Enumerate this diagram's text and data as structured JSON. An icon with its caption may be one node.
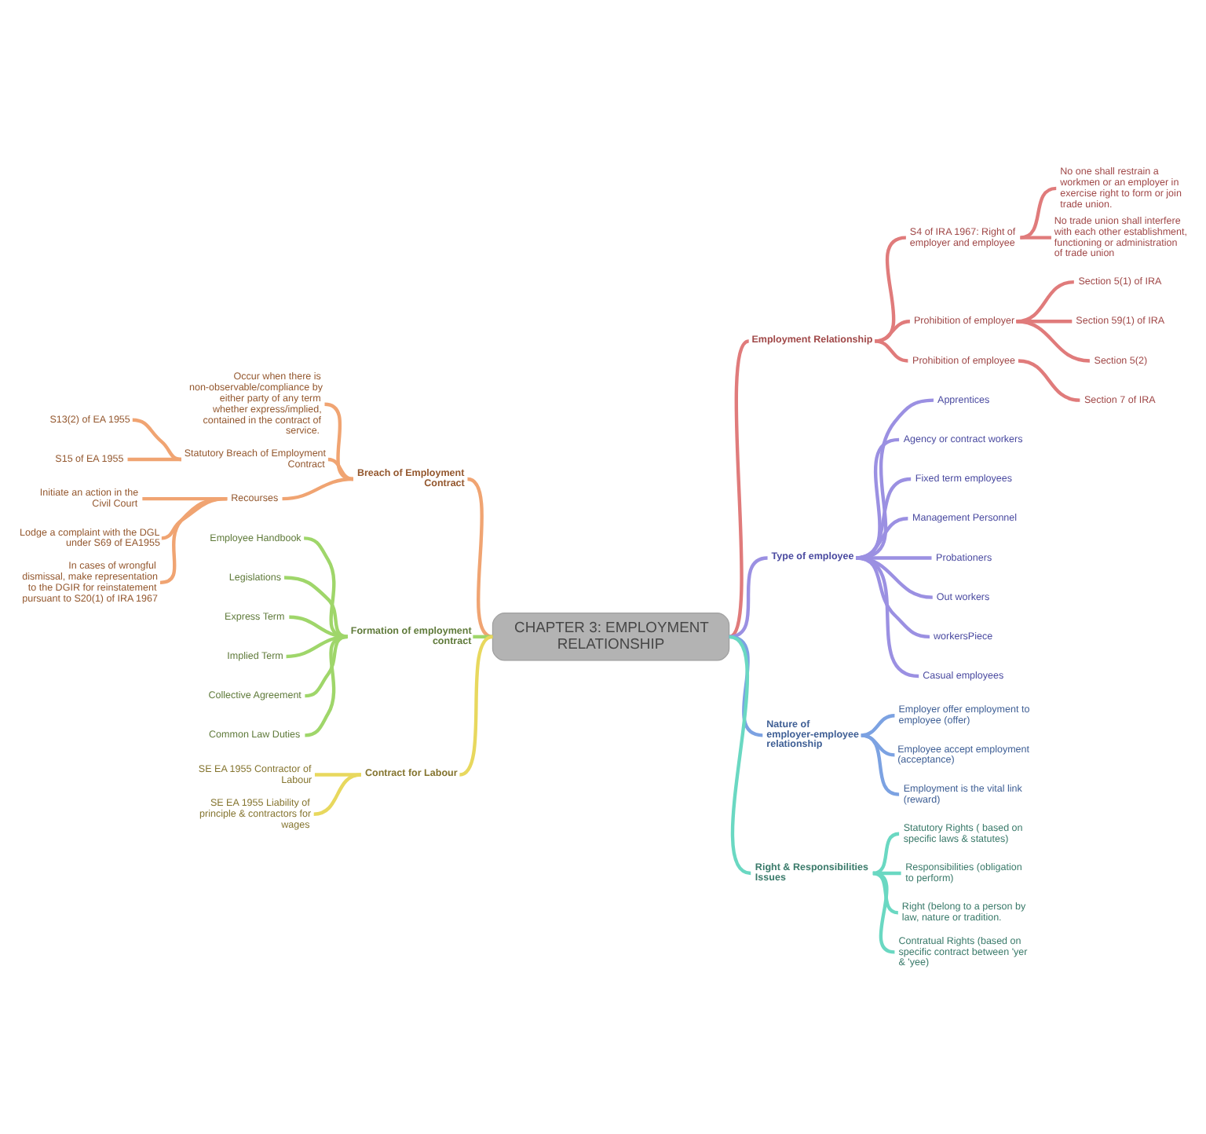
{
  "diagram": {
    "nodes": [
      {
        "text": [
          "CHAPTER 3: EMPLOYMENT RELATIONSHIP"
        ]
      },
      {
        "text": [
          "Employment Relationship"
        ]
      },
      {
        "text": [
          "S4 of IRA 1967: Right of employer and employee"
        ]
      },
      {
        "text": [
          "No one shall restrain a workmen or an employer in exercise right to form or join trade union."
        ]
      },
      {
        "text": [
          "No trade union shall interfere with each other establishment, functioning or administration of trade union"
        ]
      },
      {
        "text": [
          "Prohibition of employer"
        ]
      },
      {
        "text": [
          "Section 5(1) of IRA"
        ]
      },
      {
        "text": [
          "Section 59(1) of IRA"
        ]
      },
      {
        "text": [
          "Section 5(2)"
        ]
      },
      {
        "text": [
          "Prohibition of employee"
        ]
      },
      {
        "text": [
          "Section 7 of IRA"
        ]
      },
      {
        "text": [
          "Breach of Employment Contract"
        ]
      },
      {
        "text": [
          "Occur when there is non-observable/compliance by either party of any term whether express/implied, contained in the contract of service."
        ]
      },
      {
        "text": [
          "Statutory Breach of Employment Contract"
        ]
      },
      {
        "text": [
          "S13(2) of EA 1955"
        ]
      },
      {
        "text": [
          "S15 of EA 1955"
        ]
      },
      {
        "text": [
          "Recourses"
        ]
      },
      {
        "text": [
          "Initiate an action in the Civil Court"
        ]
      },
      {
        "text": [
          "Lodge a complaint with the DGL under S69 of EA1955"
        ]
      },
      {
        "text": [
          "In cases of wrongful dismissal, make representation to the DGIR for reinstatement pursuant to S20(1) of IRA 1967"
        ]
      },
      {
        "text": [
          "Formation of employment contract"
        ]
      },
      {
        "text": [
          "Employee Handbook"
        ]
      },
      {
        "text": [
          "Legislations"
        ]
      },
      {
        "text": [
          "Express Term"
        ]
      },
      {
        "text": [
          "Implied Term"
        ]
      },
      {
        "text": [
          "Collective Agreement"
        ]
      },
      {
        "text": [
          "Common Law Duties"
        ]
      },
      {
        "text": [
          "Contract for Labour"
        ]
      },
      {
        "text": [
          "SE EA 1955 Contractor of Labour"
        ]
      },
      {
        "text": [
          "SE EA 1955 Liability of principle & contractors for wages"
        ]
      },
      {
        "text": [
          "Type of employee"
        ]
      },
      {
        "text": [
          "Apprentices"
        ]
      },
      {
        "text": [
          "Agency or contract workers"
        ]
      },
      {
        "text": [
          "Fixed term employees"
        ]
      },
      {
        "text": [
          "Management Personnel"
        ]
      },
      {
        "text": [
          "Probationers"
        ]
      },
      {
        "text": [
          "Out workers"
        ]
      },
      {
        "text": [
          "workersPiece"
        ]
      },
      {
        "text": [
          "Casual employees"
        ]
      },
      {
        "text": [
          "Nature of employer-employee relationship"
        ]
      },
      {
        "text": [
          "Employer offer employment to employee (offer)"
        ]
      },
      {
        "text": [
          "Employee accept employment (acceptance)"
        ]
      },
      {
        "text": [
          "Employment is the vital link (reward)"
        ]
      },
      {
        "text": [
          "Right & Responsibilities Issues"
        ]
      },
      {
        "text": [
          "Statutory Rights ( based on specific laws & statutes)"
        ]
      },
      {
        "text": [
          "Responsibilities (obligation to perform)"
        ]
      },
      {
        "text": [
          "Right (belong to a person by law, nature or tradition."
        ]
      },
      {
        "text": [
          "Contratual Rights (based on specific contract between 'yer & 'yee)"
        ]
      }
    ],
    "edges": [
      {
        "from": 0,
        "to": 1,
        "arrow": "none",
        "color": "#e07b7b"
      },
      {
        "from": 1,
        "to": 2,
        "arrow": "none",
        "color": "#e07b7b"
      },
      {
        "from": 2,
        "to": 3,
        "arrow": "none",
        "color": "#e07b7b"
      },
      {
        "from": 2,
        "to": 4,
        "arrow": "none",
        "color": "#e07b7b"
      },
      {
        "from": 1,
        "to": 5,
        "arrow": "none",
        "color": "#e07b7b"
      },
      {
        "from": 5,
        "to": 6,
        "arrow": "none",
        "color": "#e07b7b"
      },
      {
        "from": 5,
        "to": 7,
        "arrow": "none",
        "color": "#e07b7b"
      },
      {
        "from": 5,
        "to": 8,
        "arrow": "none",
        "color": "#e07b7b"
      },
      {
        "from": 1,
        "to": 9,
        "arrow": "none",
        "color": "#e07b7b"
      },
      {
        "from": 9,
        "to": 10,
        "arrow": "none",
        "color": "#e07b7b"
      },
      {
        "from": 11,
        "to": 0,
        "arrow": "none",
        "color": "#f0a472"
      },
      {
        "from": 12,
        "to": 11,
        "arrow": "none",
        "color": "#f0a472"
      },
      {
        "from": 13,
        "to": 11,
        "arrow": "none",
        "color": "#f0a472"
      },
      {
        "from": 14,
        "to": 13,
        "arrow": "none",
        "color": "#f0a472"
      },
      {
        "from": 15,
        "to": 13,
        "arrow": "none",
        "color": "#f0a472"
      },
      {
        "from": 16,
        "to": 11,
        "arrow": "none",
        "color": "#f0a472"
      },
      {
        "from": 17,
        "to": 16,
        "arrow": "none",
        "color": "#f0a472"
      },
      {
        "from": 18,
        "to": 16,
        "arrow": "none",
        "color": "#f0a472"
      },
      {
        "from": 19,
        "to": 16,
        "arrow": "none",
        "color": "#f0a472"
      },
      {
        "from": 20,
        "to": 0,
        "arrow": "none",
        "color": "#9fd66a"
      },
      {
        "from": 21,
        "to": 20,
        "arrow": "none",
        "color": "#9fd66a"
      },
      {
        "from": 22,
        "to": 20,
        "arrow": "none",
        "color": "#9fd66a"
      },
      {
        "from": 23,
        "to": 20,
        "arrow": "none",
        "color": "#9fd66a"
      },
      {
        "from": 24,
        "to": 20,
        "arrow": "none",
        "color": "#9fd66a"
      },
      {
        "from": 25,
        "to": 20,
        "arrow": "none",
        "color": "#9fd66a"
      },
      {
        "from": 26,
        "to": 20,
        "arrow": "none",
        "color": "#9fd66a"
      },
      {
        "from": 27,
        "to": 0,
        "arrow": "none",
        "color": "#e8d85e"
      },
      {
        "from": 28,
        "to": 27,
        "arrow": "none",
        "color": "#e8d85e"
      },
      {
        "from": 29,
        "to": 27,
        "arrow": "none",
        "color": "#e8d85e"
      },
      {
        "from": 0,
        "to": 30,
        "arrow": "none",
        "color": "#9b90e2"
      },
      {
        "from": 30,
        "to": 31,
        "arrow": "none",
        "color": "#9b90e2"
      },
      {
        "from": 30,
        "to": 32,
        "arrow": "none",
        "color": "#9b90e2"
      },
      {
        "from": 30,
        "to": 33,
        "arrow": "none",
        "color": "#9b90e2"
      },
      {
        "from": 30,
        "to": 34,
        "arrow": "none",
        "color": "#9b90e2"
      },
      {
        "from": 30,
        "to": 35,
        "arrow": "none",
        "color": "#9b90e2"
      },
      {
        "from": 30,
        "to": 36,
        "arrow": "none",
        "color": "#9b90e2"
      },
      {
        "from": 30,
        "to": 37,
        "arrow": "none",
        "color": "#9b90e2"
      },
      {
        "from": 30,
        "to": 38,
        "arrow": "none",
        "color": "#9b90e2"
      },
      {
        "from": 0,
        "to": 39,
        "arrow": "none",
        "color": "#7ca2e2"
      },
      {
        "from": 39,
        "to": 40,
        "arrow": "none",
        "color": "#7ca2e2"
      },
      {
        "from": 39,
        "to": 41,
        "arrow": "none",
        "color": "#7ca2e2"
      },
      {
        "from": 39,
        "to": 42,
        "arrow": "none",
        "color": "#7ca2e2"
      },
      {
        "from": 0,
        "to": 43,
        "arrow": "none",
        "color": "#6ad8c2"
      },
      {
        "from": 43,
        "to": 44,
        "arrow": "none",
        "color": "#6ad8c2"
      },
      {
        "from": 43,
        "to": 45,
        "arrow": "none",
        "color": "#6ad8c2"
      },
      {
        "from": 43,
        "to": 46,
        "arrow": "none",
        "color": "#6ad8c2"
      },
      {
        "from": 43,
        "to": 47,
        "arrow": "none",
        "color": "#6ad8c2"
      }
    ]
  }
}
